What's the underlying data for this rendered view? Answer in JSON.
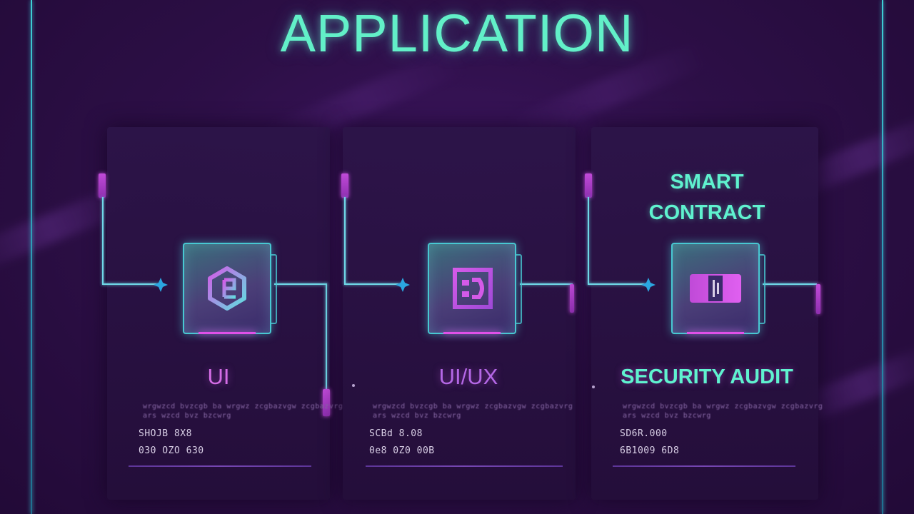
{
  "page": {
    "title": "APPLICATION"
  },
  "cards": [
    {
      "heading": "",
      "label": "UI",
      "label_color": "#d46de6",
      "blur_line_1": "wrgwzcd bvzcgb ba wrgwz zcgbazvgw zcgbazvrg",
      "blur_line_2": "ars wzcd bvz bzcwrg",
      "code_line_1": "SHOJB 8X8",
      "code_line_2": "030 OZO 630",
      "icon": "hexagon-chip-icon"
    },
    {
      "heading": "",
      "label": "UI/UX",
      "label_color": "#b468e6",
      "blur_line_1": "wrgwzcd bvzcgb ba wrgwz zcgbazvgw zcgbazvrg",
      "blur_line_2": "ars wzcd bvz bzcwrg",
      "code_line_1": "SCBd 8.08",
      "code_line_2": "0e8 0Z0 00B",
      "icon": "framed-d-icon"
    },
    {
      "heading_line_1": "SMART",
      "heading_line_2": "CONTRACT",
      "label": "SECURITY AUDIT",
      "label_color": "#5ff2cf",
      "blur_line_1": "wrgwzcd bvzcgb ba wrgwz zcgbazvgw zcgbazvrg",
      "blur_line_2": "ars wzcd bvz bzcwrg",
      "code_line_1": "SD6R.000",
      "code_line_2": "6B1009 6D8",
      "icon": "security-card-icon"
    }
  ],
  "colors": {
    "title": "#62f0c8",
    "accent_cyan": "#48c8d2",
    "accent_magenta": "#e050e8",
    "background": "#2d0f47"
  }
}
